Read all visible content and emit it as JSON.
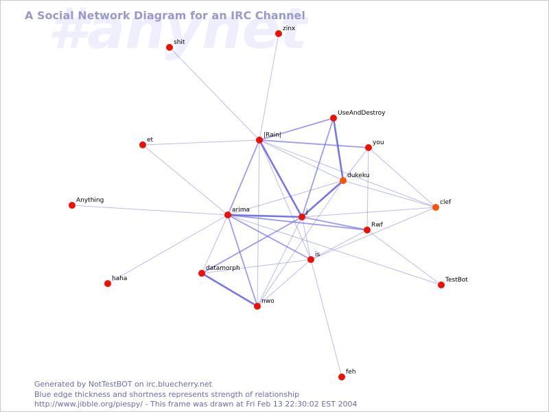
{
  "watermark": "#anynet",
  "title": "A Social Network Diagram for an IRC Channel",
  "footer": {
    "line1": "Generated by NotTestBOT on irc.bluecherry.net",
    "line2": "Blue edge thickness and shortness represents strength of relationship",
    "line3": "http://www.jibble.org/piespy/ - This frame was drawn at Fri Feb 13 22:30:02 EST 2004"
  },
  "colors": {
    "edge": "#6666ee",
    "node_default": "#ee1100",
    "node_active": "#ff5500"
  },
  "nodes": [
    {
      "id": "zinx",
      "label": "zinx"
    },
    {
      "id": "shit",
      "label": "shit"
    },
    {
      "id": "UseAndDestroy",
      "label": "UseAndDestroy"
    },
    {
      "id": "Rain",
      "label": "|Rain|"
    },
    {
      "id": "et",
      "label": "et"
    },
    {
      "id": "you",
      "label": "you"
    },
    {
      "id": "dukeku",
      "label": "dukeku",
      "active": true
    },
    {
      "id": "Anything",
      "label": "Anything"
    },
    {
      "id": "arima",
      "label": "arima"
    },
    {
      "id": "j",
      "label": "j"
    },
    {
      "id": "clef",
      "label": "clef",
      "active": true
    },
    {
      "id": "Rwf",
      "label": "Rwf"
    },
    {
      "id": "is",
      "label": "is"
    },
    {
      "id": "datamorph",
      "label": "datamorph"
    },
    {
      "id": "haha",
      "label": "haha"
    },
    {
      "id": "TestBot",
      "label": "TestBot"
    },
    {
      "id": "nwo",
      "label": "nwo"
    },
    {
      "id": "feh",
      "label": "feh"
    }
  ],
  "edges": [
    {
      "from": "zinx",
      "to": "Rain",
      "strength": 1
    },
    {
      "from": "shit",
      "to": "Rain",
      "strength": 1
    },
    {
      "from": "Rain",
      "to": "UseAndDestroy",
      "strength": 2
    },
    {
      "from": "et",
      "to": "Rain",
      "strength": 1
    },
    {
      "from": "Rain",
      "to": "you",
      "strength": 2
    },
    {
      "from": "Rain",
      "to": "j",
      "strength": 3
    },
    {
      "from": "Rain",
      "to": "arima",
      "strength": 2
    },
    {
      "from": "Rain",
      "to": "dukeku",
      "strength": 1
    },
    {
      "from": "Rain",
      "to": "clef",
      "strength": 1
    },
    {
      "from": "Rain",
      "to": "is",
      "strength": 1
    },
    {
      "from": "Rain",
      "to": "nwo",
      "strength": 1
    },
    {
      "from": "UseAndDestroy",
      "to": "dukeku",
      "strength": 3
    },
    {
      "from": "UseAndDestroy",
      "to": "j",
      "strength": 2
    },
    {
      "from": "you",
      "to": "Rwf",
      "strength": 1
    },
    {
      "from": "you",
      "to": "clef",
      "strength": 1
    },
    {
      "from": "dukeku",
      "to": "j",
      "strength": 3
    },
    {
      "from": "dukeku",
      "to": "you",
      "strength": 1
    },
    {
      "from": "dukeku",
      "to": "arima",
      "strength": 1
    },
    {
      "from": "dukeku",
      "to": "nwo",
      "strength": 1
    },
    {
      "from": "dukeku",
      "to": "clef",
      "strength": 1
    },
    {
      "from": "et",
      "to": "arima",
      "strength": 1
    },
    {
      "from": "Anything",
      "to": "arima",
      "strength": 1
    },
    {
      "from": "haha",
      "to": "arima",
      "strength": 1
    },
    {
      "from": "arima",
      "to": "j",
      "strength": 3
    },
    {
      "from": "arima",
      "to": "Rwf",
      "strength": 2
    },
    {
      "from": "arima",
      "to": "is",
      "strength": 2
    },
    {
      "from": "arima",
      "to": "datamorph",
      "strength": 1
    },
    {
      "from": "arima",
      "to": "nwo",
      "strength": 2
    },
    {
      "from": "arima",
      "to": "TestBot",
      "strength": 1
    },
    {
      "from": "j",
      "to": "Rwf",
      "strength": 2
    },
    {
      "from": "j",
      "to": "is",
      "strength": 1
    },
    {
      "from": "j",
      "to": "datamorph",
      "strength": 2
    },
    {
      "from": "j",
      "to": "nwo",
      "strength": 1
    },
    {
      "from": "j",
      "to": "clef",
      "strength": 1
    },
    {
      "from": "Rwf",
      "to": "is",
      "strength": 1
    },
    {
      "from": "Rwf",
      "to": "TestBot",
      "strength": 1
    },
    {
      "from": "clef",
      "to": "is",
      "strength": 1
    },
    {
      "from": "is",
      "to": "datamorph",
      "strength": 1
    },
    {
      "from": "is",
      "to": "nwo",
      "strength": 1
    },
    {
      "from": "is",
      "to": "feh",
      "strength": 1
    },
    {
      "from": "datamorph",
      "to": "nwo",
      "strength": 3
    }
  ]
}
